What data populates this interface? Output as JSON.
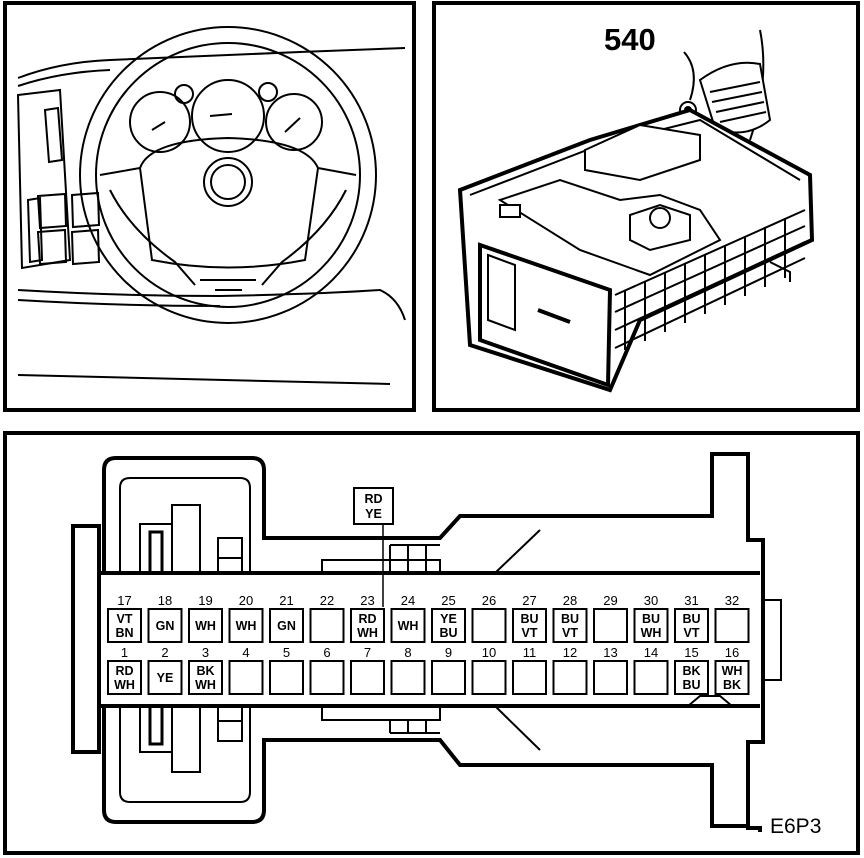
{
  "panels": {
    "dashboard": {
      "label": ""
    },
    "component": {
      "callout_number": "540"
    },
    "connector": {
      "figure_id": "E6P3",
      "highlight_label": {
        "line1": "RD",
        "line2": "YE"
      },
      "top_row": [
        {
          "pin": "17",
          "wire1": "VT",
          "wire2": "BN"
        },
        {
          "pin": "18",
          "wire1": "GN",
          "wire2": ""
        },
        {
          "pin": "19",
          "wire1": "WH",
          "wire2": ""
        },
        {
          "pin": "20",
          "wire1": "WH",
          "wire2": ""
        },
        {
          "pin": "21",
          "wire1": "GN",
          "wire2": ""
        },
        {
          "pin": "22",
          "wire1": "",
          "wire2": ""
        },
        {
          "pin": "23",
          "wire1": "RD",
          "wire2": "WH"
        },
        {
          "pin": "24",
          "wire1": "WH",
          "wire2": ""
        },
        {
          "pin": "25",
          "wire1": "YE",
          "wire2": "BU"
        },
        {
          "pin": "26",
          "wire1": "",
          "wire2": ""
        },
        {
          "pin": "27",
          "wire1": "BU",
          "wire2": "VT"
        },
        {
          "pin": "28",
          "wire1": "BU",
          "wire2": "VT"
        },
        {
          "pin": "29",
          "wire1": "",
          "wire2": ""
        },
        {
          "pin": "30",
          "wire1": "BU",
          "wire2": "WH"
        },
        {
          "pin": "31",
          "wire1": "BU",
          "wire2": "VT"
        },
        {
          "pin": "32",
          "wire1": "",
          "wire2": ""
        }
      ],
      "bottom_row": [
        {
          "pin": "1",
          "wire1": "RD",
          "wire2": "WH"
        },
        {
          "pin": "2",
          "wire1": "YE",
          "wire2": ""
        },
        {
          "pin": "3",
          "wire1": "BK",
          "wire2": "WH"
        },
        {
          "pin": "4",
          "wire1": "",
          "wire2": ""
        },
        {
          "pin": "5",
          "wire1": "",
          "wire2": ""
        },
        {
          "pin": "6",
          "wire1": "",
          "wire2": ""
        },
        {
          "pin": "7",
          "wire1": "",
          "wire2": ""
        },
        {
          "pin": "8",
          "wire1": "",
          "wire2": ""
        },
        {
          "pin": "9",
          "wire1": "",
          "wire2": ""
        },
        {
          "pin": "10",
          "wire1": "",
          "wire2": ""
        },
        {
          "pin": "11",
          "wire1": "",
          "wire2": ""
        },
        {
          "pin": "12",
          "wire1": "",
          "wire2": ""
        },
        {
          "pin": "13",
          "wire1": "",
          "wire2": ""
        },
        {
          "pin": "14",
          "wire1": "",
          "wire2": ""
        },
        {
          "pin": "15",
          "wire1": "BK",
          "wire2": "BU"
        },
        {
          "pin": "16",
          "wire1": "WH",
          "wire2": "BK"
        }
      ]
    }
  }
}
